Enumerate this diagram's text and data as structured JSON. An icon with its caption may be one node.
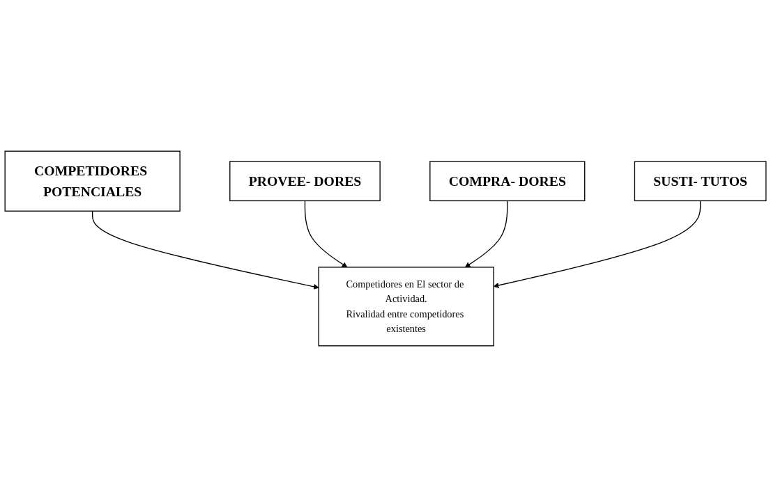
{
  "diagram": {
    "nodes": [
      {
        "text": [
          "COMPETIDORES POTENCIALES"
        ]
      },
      {
        "text": [
          "PROVEE- DORES"
        ]
      },
      {
        "text": [
          "Competidores en El sector de Actividad.",
          "Rivalidad entre competidores existentes"
        ]
      },
      {
        "text": [
          "COMPRA- DORES"
        ]
      },
      {
        "text": [
          "SUSTI- TUTOS"
        ]
      }
    ],
    "edges": [
      {
        "from": 0,
        "to": 2,
        "arrow": "to"
      },
      {
        "from": 1,
        "to": 2,
        "arrow": "to"
      },
      {
        "from": 3,
        "to": 2,
        "arrow": "to"
      },
      {
        "from": 4,
        "to": 2,
        "arrow": "to"
      }
    ]
  }
}
